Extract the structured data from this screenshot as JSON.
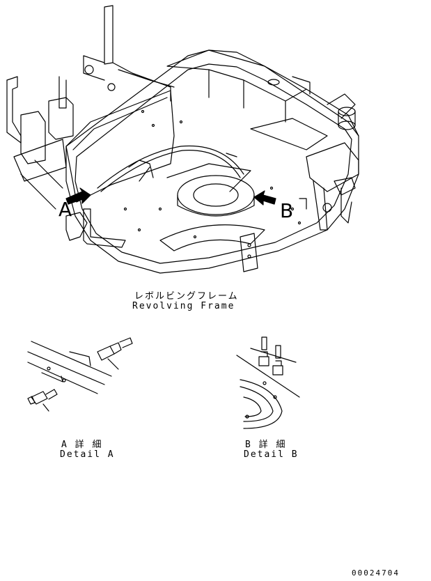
{
  "main_view": {
    "title_jp": "レボルビングフレーム",
    "title_en": "Revolving Frame",
    "callout_a": "A",
    "callout_b": "B"
  },
  "detail_a": {
    "label_jp": "A 詳 細",
    "label_en": "Detail A"
  },
  "detail_b": {
    "label_jp": "B 詳 細",
    "label_en": "Detail B"
  },
  "drawing_number": "00024704",
  "colors": {
    "line": "#000000",
    "background": "#ffffff"
  }
}
